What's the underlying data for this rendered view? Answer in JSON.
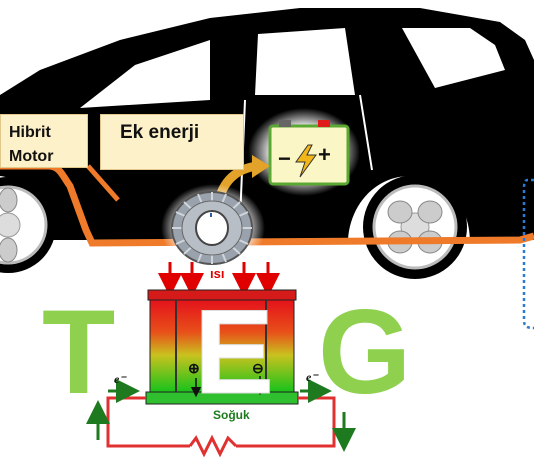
{
  "labels": {
    "hybrid_motor": "Hibrit Motor",
    "extra_energy": "Ek enerji",
    "heat": "ısı",
    "cold": "Soğuk",
    "electron_left": "e⁻",
    "electron_right": "e⁻",
    "battery_minus": "−",
    "battery_plus": "+",
    "pn_plus": "⊕",
    "pn_minus": "⊖"
  },
  "acronym": {
    "letter_1": "T",
    "letter_2": "E",
    "letter_3": "G"
  },
  "colors": {
    "car_body": "#000000",
    "exhaust_pipe": "#ef7b2a",
    "letter_green": "#8fd14f",
    "heat_arrow": "#e00000",
    "circuit_wire": "#e03030",
    "battery_fill": "#fbf6c5",
    "battery_border": "#5aa832",
    "label_box": "#fdf1c9",
    "dotted_outline": "#2a7bd6"
  },
  "icons": {
    "battery": "battery-icon",
    "generator": "teg-generator-icon",
    "resistor": "resistor-icon",
    "bolt": "lightning-bolt-icon"
  }
}
